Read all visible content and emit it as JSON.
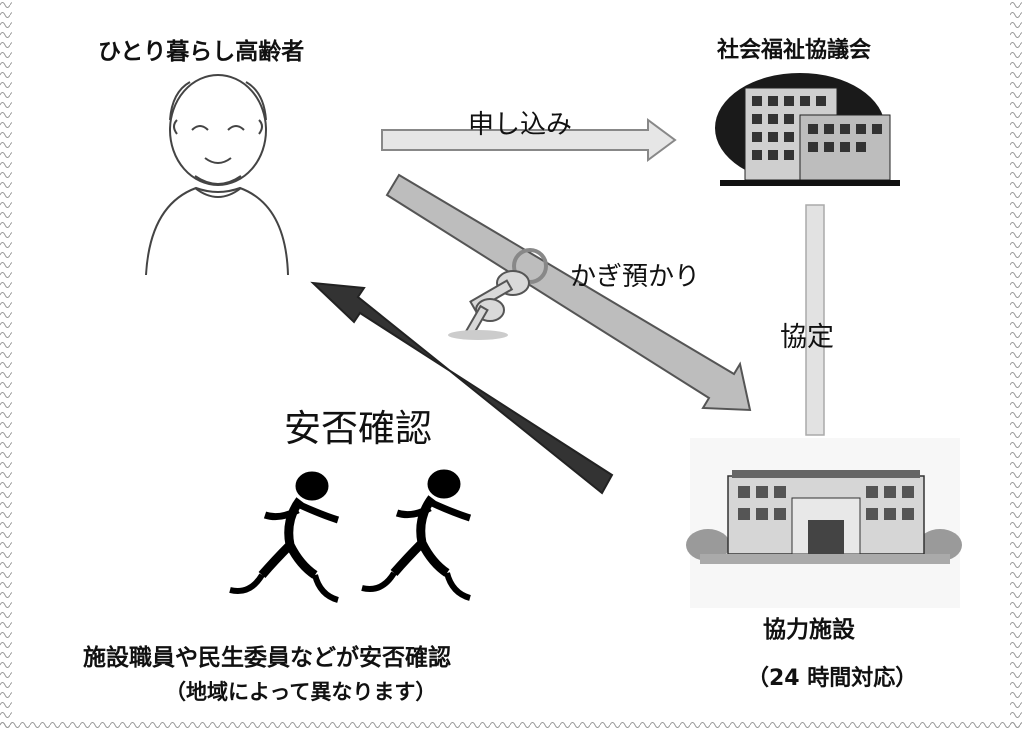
{
  "nodes": {
    "elder": "ひとり暮らし高齢者",
    "council": "社会福祉協議会",
    "facility": "協力施設",
    "facility_hours": "（24 時間対応）"
  },
  "edges": {
    "apply": "申し込み",
    "key": "かぎ預かり",
    "agreement": "協定",
    "safety_check": "安否確認"
  },
  "notes": {
    "staff": "施設職員や民生委員などが安否確認",
    "region": "（地域によって異なります）"
  },
  "icons": {
    "elder": "elderly-person-icon",
    "council": "office-building-icon",
    "facility": "facility-building-icon",
    "key": "key-icon",
    "runners": "running-people-icon"
  }
}
